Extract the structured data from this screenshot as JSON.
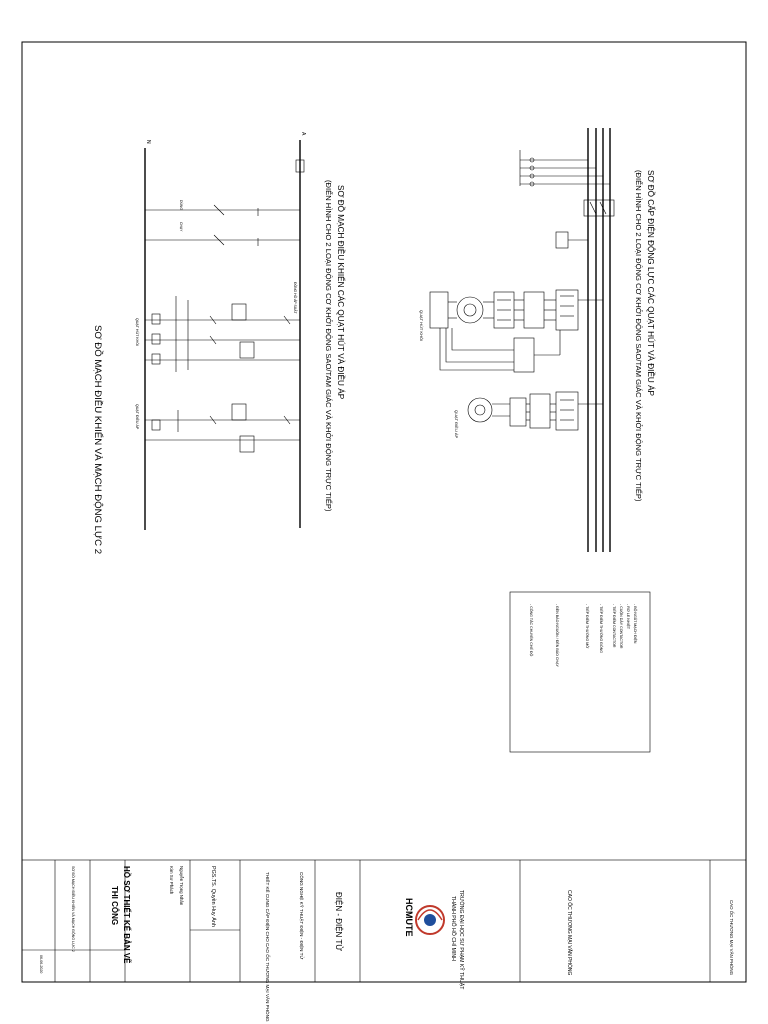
{
  "titles": {
    "power_main": "SƠ ĐỒ CẤP ĐIỆN ĐỘNG LỰC CÁC QUẠT HÚT VÀ ĐIỀU ÁP",
    "power_sub": "(ĐIỂN HÌNH CHO 2 LOẠI ĐỘNG CƠ KHỞI ĐỘNG SAO/TAM GIÁC VÀ KHỞI ĐỘNG TRỰC TIẾP)",
    "control_main": "SƠ ĐỒ MẠCH ĐIỀU KHIỂN CÁC QUẠT HÚT VÀ ĐIỀU ÁP",
    "control_sub": "(ĐIỂN HÌNH CHO 2 LOẠI ĐỘNG CƠ KHỞI ĐỘNG SAO/TAM GIÁC VÀ KHỞI ĐỘNG TRỰC TIẾP)",
    "sheet_caption": "SƠ ĐỒ MẠCH ĐIỀU KHIỂN VÀ MẠCH ĐỘNG LỰC 2"
  },
  "power": {
    "fan1_label": "QUẠT HÚT KHÓI",
    "fan2_label": "QUẠT ĐIỀU ÁP"
  },
  "control": {
    "fan1_label": "QUẠT HÚT KHÓI",
    "fan2_label": "QUẠT ĐIỀU ÁP",
    "phase_a": "A",
    "neutral_n": "N",
    "overload_label": "ĐỒNG HỒ ÁP SUẤT",
    "run_label": "DÙNG",
    "stop_label": "CHẠY"
  },
  "legend": {
    "items": [
      "- BỘ NGẮT MẠCH ĐIỆN",
      "- RƠ LE NHIỆT",
      "- CUỘN DÂY CONTACTOR",
      "- TIẾP ĐIỂM CONTACTOR",
      "- TIẾP ĐIỂM THƯỜNG ĐÓNG",
      "- TIẾP ĐIỂM THƯỜNG MỞ",
      "- ĐÈN BÁO NGUỒN / ĐÈN BÁO CHẠY",
      "- CÔNG TẮC CHUYỂN CHẾ ĐỘ"
    ]
  },
  "title_block": {
    "project_label": "CAO ỐC THƯƠNG MẠI VĂN PHÒNG",
    "school_line1": "TRƯỜNG ĐẠI HỌC SƯ PHẠM KỸ THUẬT",
    "school_line2": "THÀNH PHỐ HỒ CHÍ MINH",
    "logo_text": "HCMUTE",
    "faculty": "ĐIỆN - ĐIỆN TỬ",
    "major": "CÔNG NGHỆ KỸ THUẬT ĐIỆN - ĐIỆN TỬ",
    "thesis_title": "THIẾT KẾ CUNG CẤP ĐIỆN CHO CAO ỐC THƯƠNG MẠI VĂN PHÒNG",
    "advisor": "PGS.TS. Quyền Huy Ánh",
    "student1": "Nguyễn Trọng Nhân",
    "student2": "Kim Sơ Phách",
    "doc_type_line1": "HỒ SƠ THIẾT KẾ BẢN VẼ",
    "doc_type_line2": "THI CÔNG",
    "drawing_name": "SƠ ĐỒ MẠCH ĐIỀU KHIỂN VÀ MẠCH ĐỘNG LỰC 2",
    "date": "06-06-2020",
    "header_project": "CAO ỐC THƯƠNG MẠI VĂN PHÒNG"
  }
}
